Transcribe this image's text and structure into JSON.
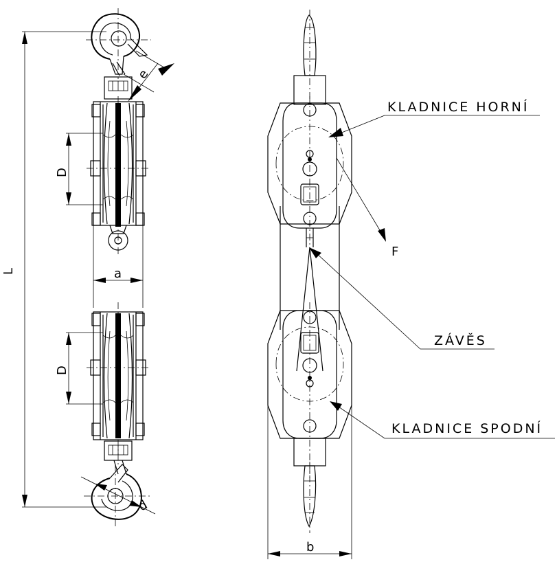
{
  "callouts": {
    "upper_block": "KLADNICE HORNÍ",
    "hanger": "ZÁVĚS",
    "lower_block": "KLADNICE SPODNÍ",
    "force": "F"
  },
  "dimensions": {
    "length": "L",
    "sheave_diameter_upper": "D",
    "sheave_diameter_lower": "D",
    "side_width": "a",
    "front_width": "b",
    "hook_opening": "e",
    "hook_throat": "d"
  },
  "colors": {
    "line": "#000000",
    "background": "#ffffff"
  }
}
